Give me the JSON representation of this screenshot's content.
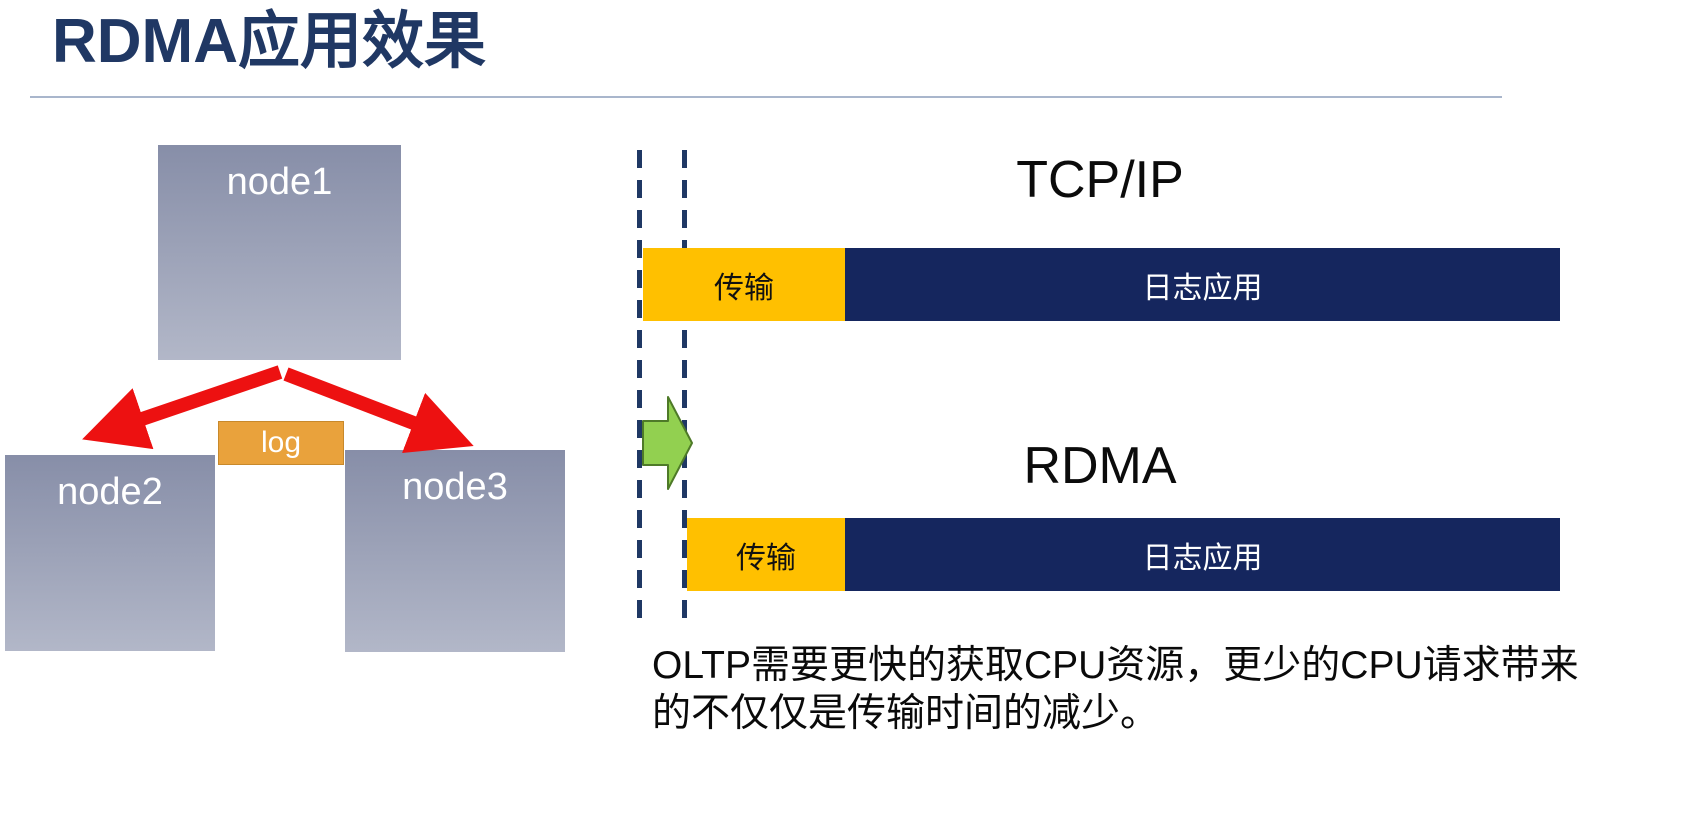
{
  "slide": {
    "title": "RDMA应用效果",
    "caption": "OLTP需要更快的获取CPU资源，更少的CPU请求带来的不仅仅是传输时间的减少。"
  },
  "cluster": {
    "node1_label": "node1",
    "node2_label": "node2",
    "node3_label": "node3",
    "log_label": "log"
  },
  "comparison": {
    "tcp": {
      "title": "TCP/IP",
      "transfer_label": "传输",
      "app_label": "日志应用"
    },
    "rdma": {
      "title": "RDMA",
      "transfer_label": "传输",
      "app_label": "日志应用"
    }
  },
  "colors": {
    "title_navy": "#203864",
    "bar_navy": "#15265E",
    "bar_orange": "#FFC000",
    "log_orange": "#E9A23C",
    "arrow_red": "#EE1111",
    "arrow_green_fill": "#92D050",
    "arrow_green_stroke": "#4E7A28",
    "node_gradient_top": "#878EA8",
    "node_gradient_bottom": "#B2B7C8",
    "dash_navy": "#1F3864"
  }
}
